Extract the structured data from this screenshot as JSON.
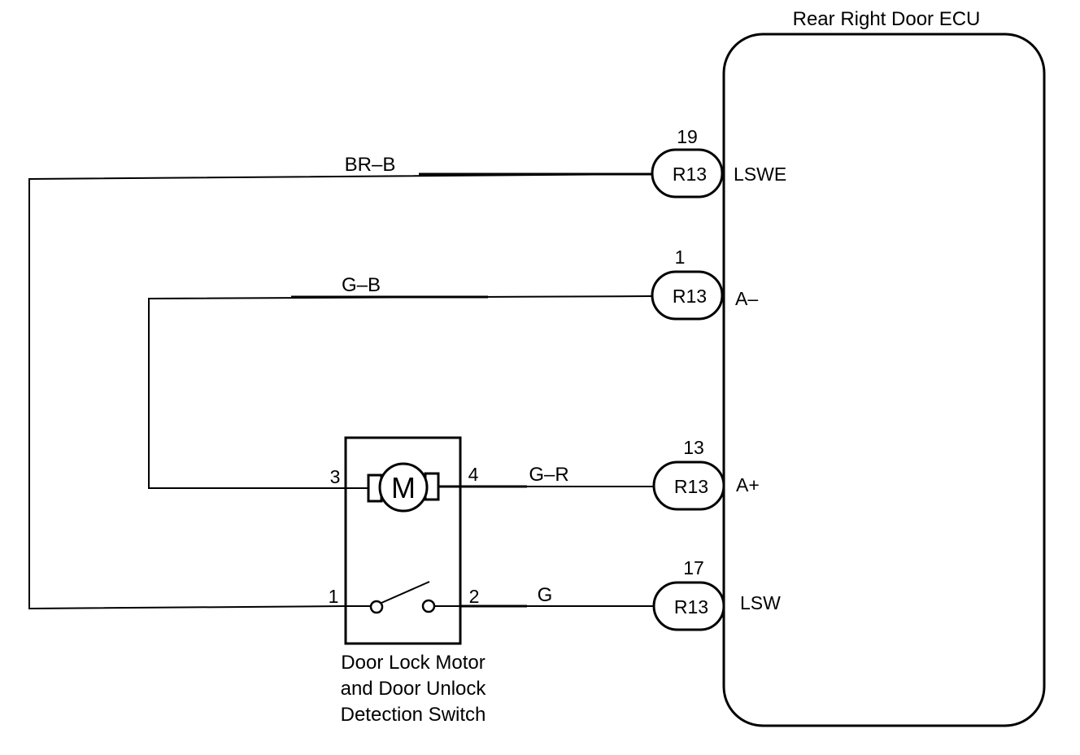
{
  "ecu": {
    "title": "Rear Right Door ECU"
  },
  "pins": [
    {
      "pin_no": "19",
      "connector": "R13",
      "terminal": "LSWE",
      "wire_color": "BR–B"
    },
    {
      "pin_no": "1",
      "connector": "R13",
      "terminal": "A–",
      "wire_color": "G–B"
    },
    {
      "pin_no": "13",
      "connector": "R13",
      "terminal": "A+",
      "wire_color": "G–R"
    },
    {
      "pin_no": "17",
      "connector": "R13",
      "terminal": "LSW",
      "wire_color": "G"
    }
  ],
  "component": {
    "motor_symbol": "M",
    "terminals": [
      "3",
      "4",
      "1",
      "2"
    ],
    "label_lines": [
      "Door Lock Motor",
      "and Door Unlock",
      "Detection Switch"
    ]
  }
}
